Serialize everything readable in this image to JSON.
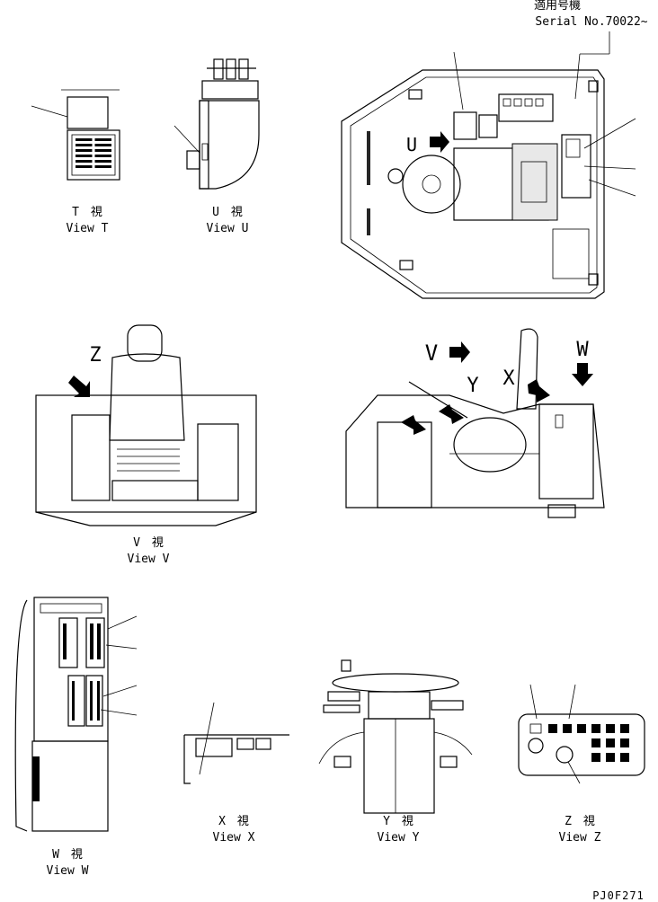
{
  "header": {
    "applicable_model": "適用号機",
    "serial_number": "Serial No.70022~"
  },
  "views": {
    "t": {
      "jp": "T　視",
      "en": "View T"
    },
    "u": {
      "jp": "U　視",
      "en": "View U"
    },
    "v": {
      "jp": "V　視",
      "en": "View V"
    },
    "w": {
      "jp": "W　視",
      "en": "View W"
    },
    "x": {
      "jp": "X　視",
      "en": "View X"
    },
    "y": {
      "jp": "Y　視",
      "en": "View Y"
    },
    "z": {
      "jp": "Z　視",
      "en": "View Z"
    }
  },
  "view_markers": {
    "u": "U",
    "v": "V",
    "w": "W",
    "x": "X",
    "y": "Y",
    "z": "Z"
  },
  "drawing_number": "PJ0F271"
}
